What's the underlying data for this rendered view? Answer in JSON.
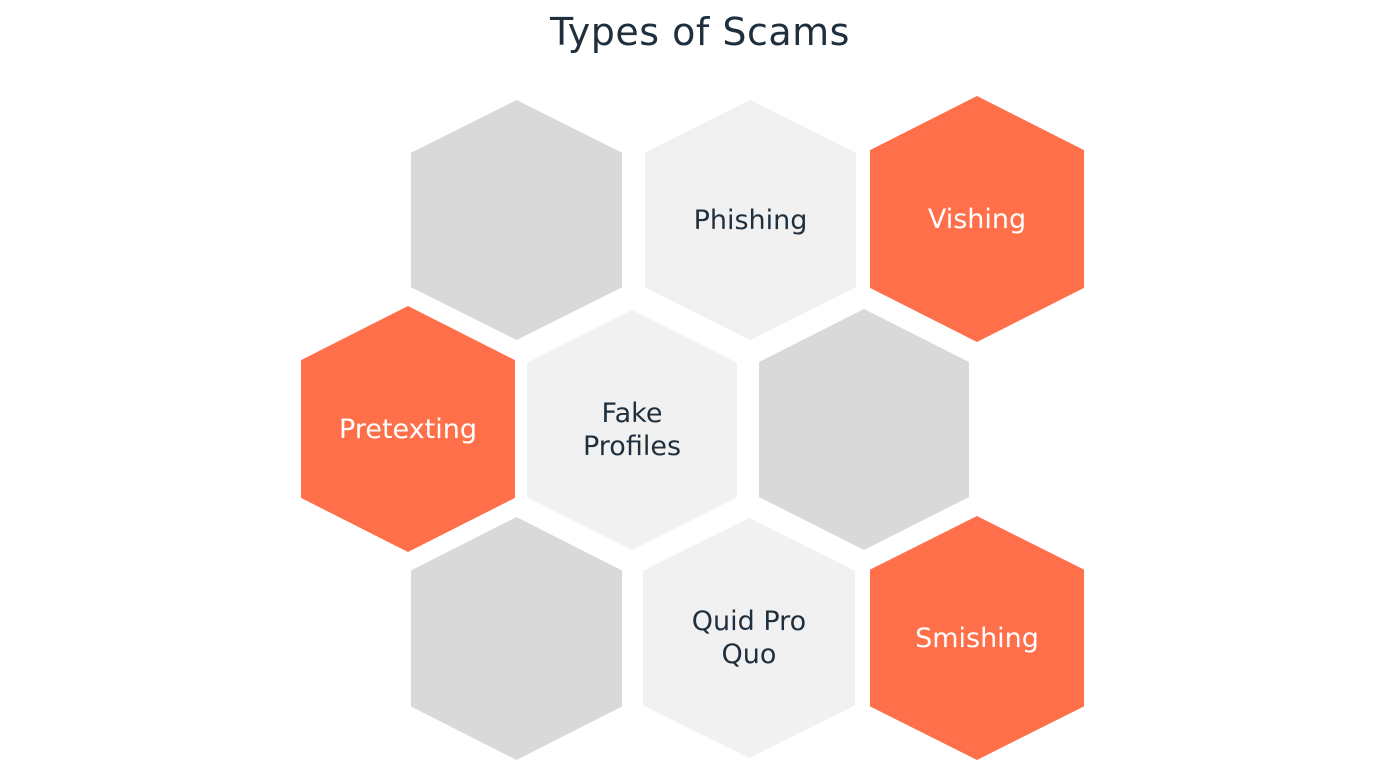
{
  "title": "Types of Scams",
  "colors": {
    "accent": "#ff6f4a",
    "gray": "#d9d9d9",
    "light": "#f0f1f0",
    "text": "#1f2f3d"
  },
  "hexagons": [
    {
      "id": "r1c1",
      "label": "",
      "style": "gray"
    },
    {
      "id": "r1c2",
      "label": "Phishing",
      "style": "light"
    },
    {
      "id": "r1c3",
      "label": "Vishing",
      "style": "orange"
    },
    {
      "id": "r2c1",
      "label": "Pretexting",
      "style": "orange"
    },
    {
      "id": "r2c2",
      "label": "Fake\nProfiles",
      "style": "light"
    },
    {
      "id": "r2c3",
      "label": "",
      "style": "gray"
    },
    {
      "id": "r3c1",
      "label": "",
      "style": "gray"
    },
    {
      "id": "r3c2",
      "label": "Quid Pro\nQuo",
      "style": "light"
    },
    {
      "id": "r3c3",
      "label": "Smishing",
      "style": "orange"
    }
  ]
}
